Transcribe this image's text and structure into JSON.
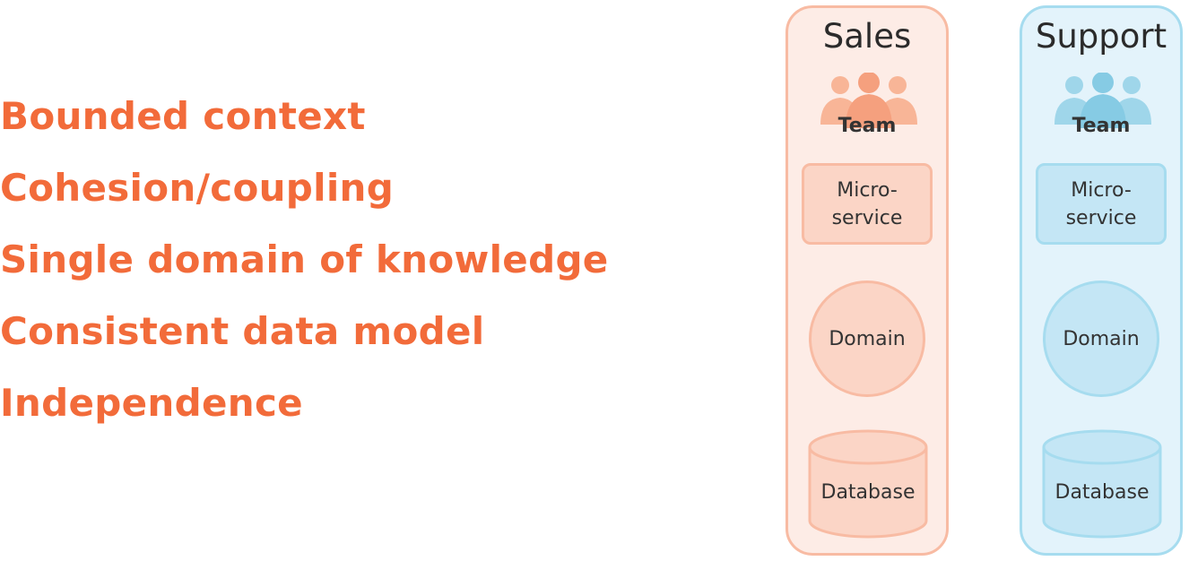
{
  "bullets": [
    "Bounded context",
    "Cohesion/coupling",
    "Single domain of knowledge",
    "Consistent data model",
    "Independence"
  ],
  "colors": {
    "bullet_text": "#f26b3a",
    "sales_fill": "#fbd5c6",
    "sales_border": "#f8bba3",
    "support_fill": "#c4e6f5",
    "support_border": "#a6dcef"
  },
  "columns": {
    "sales": {
      "title": "Sales",
      "team_icon": "people-group-icon",
      "team_label": "Team",
      "microservice_line1": "Micro-",
      "microservice_line2": "service",
      "domain_label": "Domain",
      "database_icon": "database-cylinder-icon",
      "database_label": "Database"
    },
    "support": {
      "title": "Support",
      "team_icon": "people-group-icon",
      "team_label": "Team",
      "microservice_line1": "Micro-",
      "microservice_line2": "service",
      "domain_label": "Domain",
      "database_icon": "database-cylinder-icon",
      "database_label": "Database"
    }
  }
}
